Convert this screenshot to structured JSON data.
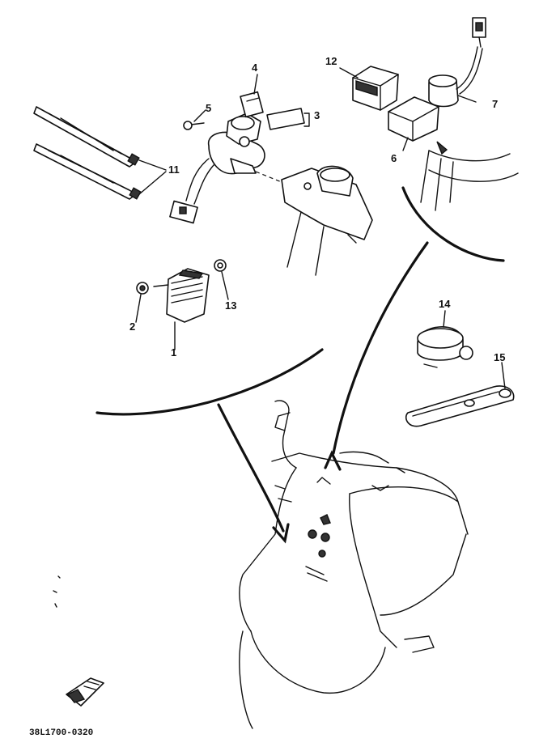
{
  "callouts": {
    "p1": "1",
    "p2": "2",
    "p3": "3",
    "p4": "4",
    "p5": "5",
    "p6": "6",
    "p7": "7",
    "p11": "11",
    "p12": "12",
    "p13": "13",
    "p14": "14",
    "p15": "15"
  },
  "footer": {
    "diagram_code": "38L1700-0320"
  },
  "icons": {
    "front_arrow": "front-direction-arrow-icon"
  },
  "colors": {
    "ink": "#111111",
    "paper": "#ffffff"
  }
}
